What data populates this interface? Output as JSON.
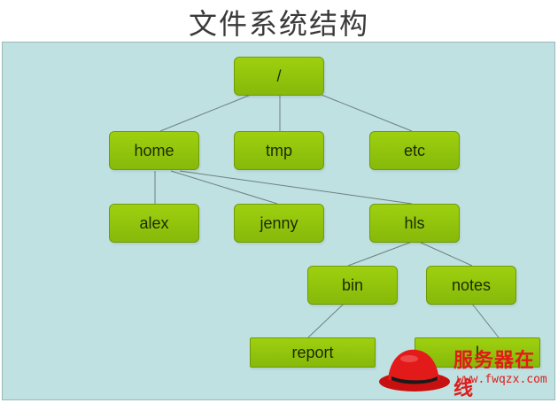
{
  "title": "文件系统结构",
  "nodes": {
    "root": "/",
    "home": "home",
    "tmp": "tmp",
    "etc": "etc",
    "alex": "alex",
    "jenny": "jenny",
    "hls": "hls",
    "bin": "bin",
    "notes": "notes",
    "report": "report",
    "partial": "l"
  },
  "watermark": {
    "brand": "服务器在线",
    "url": "www.fwqzx.com"
  },
  "colors": {
    "node_fill": "#94c70c",
    "background": "#bfe1e1",
    "brand_red": "#e21a1a"
  }
}
